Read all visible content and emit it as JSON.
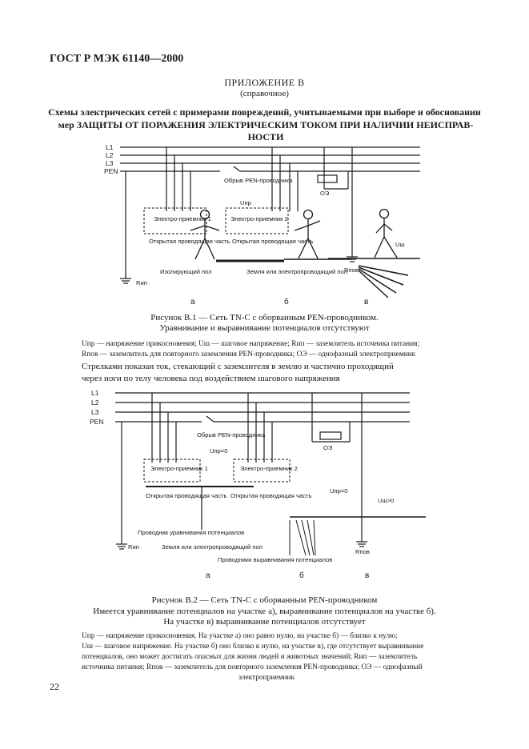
{
  "header": {
    "standard": "ГОСТ Р МЭК 61140—2000"
  },
  "appendix": {
    "title": "ПРИЛОЖЕНИЕ В",
    "subtitle": "(справочное)",
    "heading_line1": "Схемы электрических сетей с примерами повреждений, учитываемыми при выборе и обосновании",
    "heading_line2": "мер ЗАЩИТЫ ОТ ПОРАЖЕНИЯ ЭЛЕКТРИЧЕСКИМ ТОКОМ ПРИ НАЛИЧИИ НЕИСПРАВ-",
    "heading_line3": "НОСТИ"
  },
  "figure1": {
    "bus_labels": [
      "L1",
      "L2",
      "L3",
      "PEN"
    ],
    "break_label": "Обрыв PEN-проводника",
    "consumer1": "Электро-приемник 1",
    "consumer2": "Электро-приемник 2",
    "open_part": "Открытая проводящая часть",
    "insulating_floor": "Изолирующий пол",
    "earth_floor": "Земля или электропроводящий пол",
    "oe": "ОЭ",
    "u_touch": "Uпр",
    "u_step": "Uш",
    "r_source": "Rип",
    "r_repeat": "Rпов",
    "sections": [
      "а",
      "б",
      "в"
    ],
    "caption1": "Рисунок В.1 — Сеть TN-C с оборванным PEN-проводником.",
    "caption2": "Уравнивание и выравнивание потенциалов отсутствуют"
  },
  "legend1": {
    "line1": "Uпр — напряжение прикосновения; Uш — шаговое напряжение; Rип — заземлитель источника питания;",
    "line2": "Rпов — заземлитель для повторного заземления PEN-проводника; ОЭ — однофазный электроприемник"
  },
  "paragraph": {
    "line1": "Стрелками показан ток, стекающий с заземлителя в землю и частично проходящий",
    "line2": "через ноги по телу человека под воздействием шагового напряжения"
  },
  "figure2": {
    "bus_labels": [
      "L1",
      "L2",
      "L3",
      "PEN"
    ],
    "break_label": "Обрыв PEN-проводника",
    "consumer1": "Электро-приемник 1",
    "consumer2": "Электро-приемник 2",
    "open_part": "Открытая проводящая часть",
    "u_touch": "Uпр=0",
    "u_touch2": "Uпр=0",
    "u_step": "Uш>0",
    "oe": "ОЭ",
    "equalizing": "Проводник уравнивания потенциалов",
    "earth_floor": "Земля или электропроводящий пол",
    "grading": "Проводники выравнивания потенциалов",
    "r_source": "Rип",
    "r_repeat": "Rпов",
    "sections": [
      "а",
      "б",
      "в"
    ],
    "caption1": "Рисунок В.2 — Сеть TN-C с оборванным PEN-проводником",
    "caption2": "Имеется уравнивание потенциалов на участке а), выравнивание потенциалов на участке б).",
    "caption3": "На участке в) выравнивание потенциалов отсутствует"
  },
  "legend2": {
    "line1": "Uпр — напряжение прикосновения. На участке а) оно равно нулю, на участке б) — близко к нулю;",
    "line2": "Uш — шаговое напряжение. На участке б) оно близко к нулю, на участке в), где отсутствует выравнивание",
    "line3": "потенциалов, оно может достигать опасных для жизни людей и животных значений; Rип — заземлитель",
    "line4": "источника питания; Rпов — заземлитель для повторного заземления PEN-проводника; ОЭ — однофазный",
    "line5": "электроприемник"
  },
  "page_number": "22"
}
